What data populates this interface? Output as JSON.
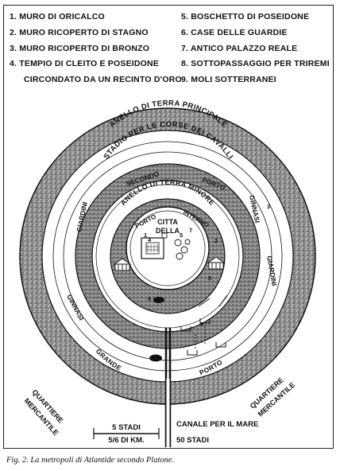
{
  "legend": [
    "1. MURO DI ORICALCO",
    "2. MURO RICOPERTO DI STAGNO",
    "3. MURO RICOPERTO DI BRONZO",
    "4. TEMPIO DI CLEITO E POSEIDONE",
    "CIRCONDATO DA UN RECINTO D'ORO",
    "5. BOSCHETTO DI POSEIDONE",
    "6. CASE DELLE GUARDIE",
    "7. ANTICO PALAZZO REALE",
    "8. SOTTOPASSAGGIO PER TRIREMI",
    "9. MOLI SOTTERRANEI"
  ],
  "map_labels": {
    "anello_principale": "ANELLO DI TERRA PRINCIPALE",
    "stadio": "STADIO PER LE CORSE DEI CAVALLI",
    "secondo": "SECONDO",
    "porto_top": "PORTO",
    "anello_minore": "ANELLO DI TERRA MINORE",
    "porto_inner": "PORTO",
    "interno": "INTERNO",
    "citta": "CITTA",
    "della": "DELLA",
    "giardini_left": "GIARDINI",
    "ginnasi_right": "GINNASI",
    "giardini_right": "GIARDINI",
    "ginnasi_left": "GINNASI",
    "grande": "GRANDE",
    "porto_bottom": "PORTO",
    "quartiere_left": "QUARTIERE",
    "mercantile_left": "MERCANTILE",
    "quartiere_right": "QUARTIERE",
    "mercantile_right": "MERCANTILE"
  },
  "map_numbers": [
    "1",
    "2",
    "3",
    "4",
    "5",
    "6",
    "7",
    "8",
    "9"
  ],
  "scale": {
    "stadi": "5 STADI",
    "km": "5/6 DI KM."
  },
  "canal": {
    "label": "CANALE PER IL MARE",
    "length": "50 STADI"
  },
  "caption": "Fig. 2. La metropoli di Atlantide secondo Platone."
}
